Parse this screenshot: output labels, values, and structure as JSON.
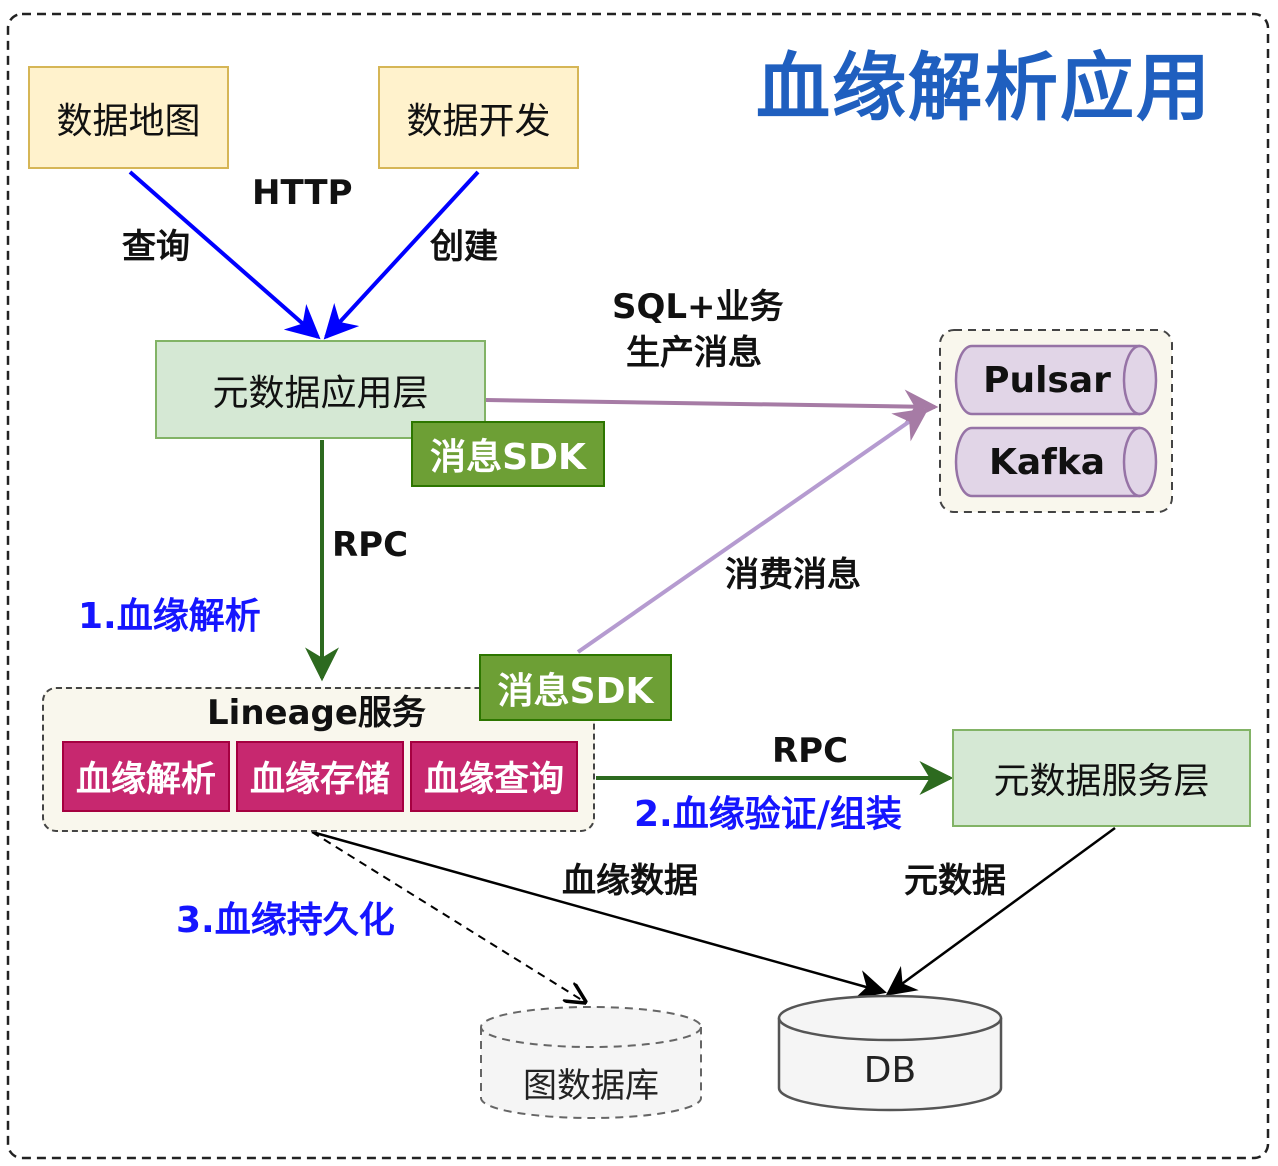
{
  "title": "血缘解析应用",
  "nodes": {
    "data_map": "数据地图",
    "data_dev": "数据开发",
    "metadata_app": "元数据应用层",
    "msg_sdk_top": "消息SDK",
    "lineage_service": "Lineage服务",
    "lineage_parse": "血缘解析",
    "lineage_store": "血缘存储",
    "lineage_query": "血缘查询",
    "msg_sdk_bottom": "消息SDK",
    "metadata_service": "元数据服务层",
    "pulsar": "Pulsar",
    "kafka": "Kafka",
    "graph_db": "图数据库",
    "db": "DB"
  },
  "edges": {
    "http": "HTTP",
    "query": "查询",
    "create": "创建",
    "sql_msg_line1": "SQL+业务",
    "sql_msg_line2": "生产消息",
    "rpc_down": "RPC",
    "consume": "消费消息",
    "rpc_right": "RPC",
    "lineage_data": "血缘数据",
    "metadata": "元数据"
  },
  "steps": {
    "step1": "1.血缘解析",
    "step2": "2.血缘验证/组装",
    "step3": "3.血缘持久化"
  },
  "colors": {
    "title": "#1f5fbf",
    "step_text": "#1515ff",
    "http_arrow": "#0000ff",
    "rpc_arrow": "#2d6a1f",
    "msg_arrow": "#a67ba5"
  }
}
